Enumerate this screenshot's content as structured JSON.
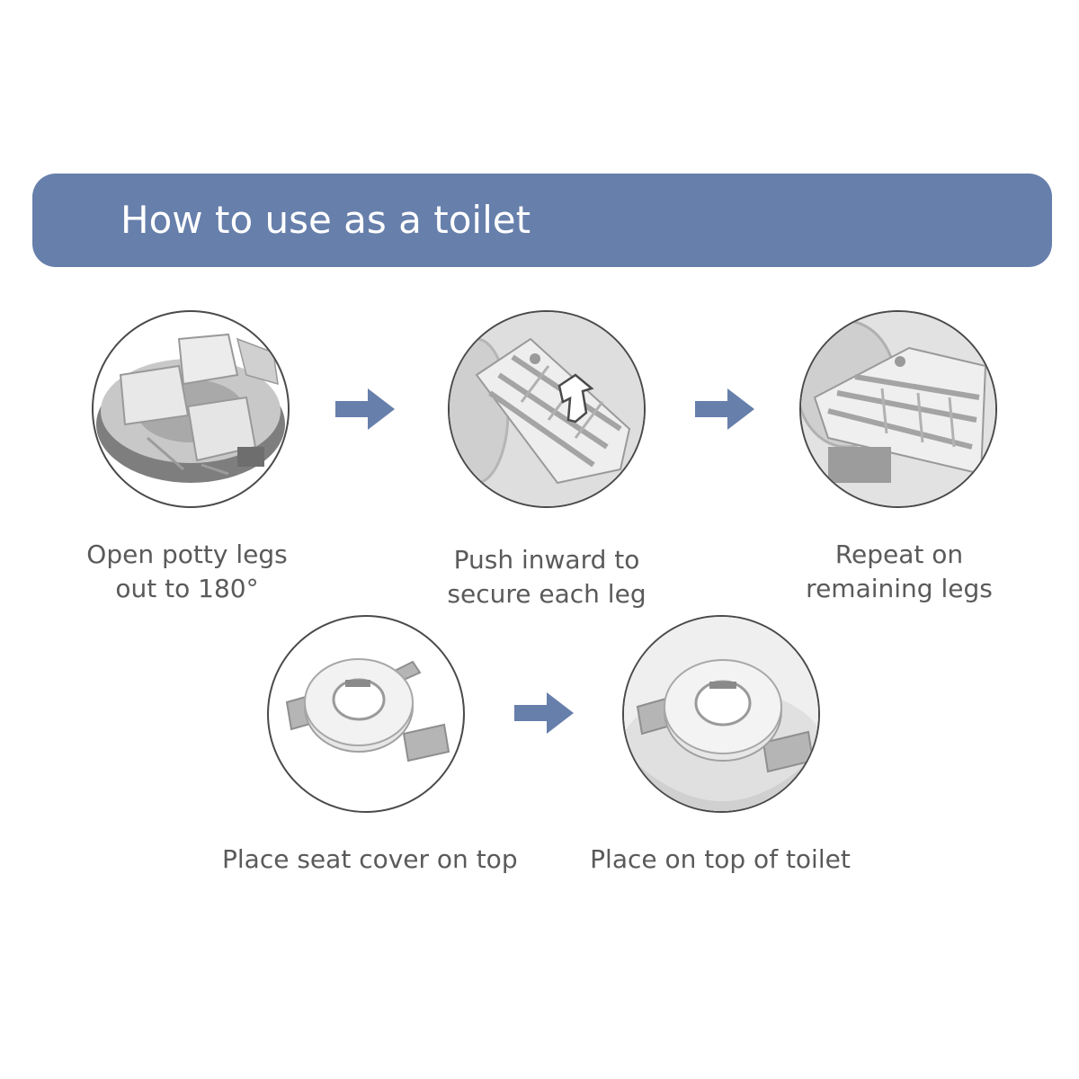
{
  "header": {
    "title": "How to use as a toilet",
    "banner_color": "#677fab"
  },
  "steps": [
    {
      "line1": "Open potty legs",
      "line2": "out to 180°",
      "illustration": "potty-legs-folded-illustration"
    },
    {
      "line1": "Push inward to",
      "line2": "secure each leg",
      "illustration": "push-leg-illustration"
    },
    {
      "line1": "Repeat on",
      "line2": "remaining legs",
      "illustration": "secured-leg-illustration"
    },
    {
      "line1": "Place seat cover on top",
      "line2": "",
      "illustration": "seat-cover-illustration"
    },
    {
      "line1": "Place on top of toilet",
      "line2": "",
      "illustration": "seat-on-toilet-illustration"
    }
  ],
  "arrows": {
    "icon": "right-arrow-icon",
    "color": "#677fab"
  }
}
